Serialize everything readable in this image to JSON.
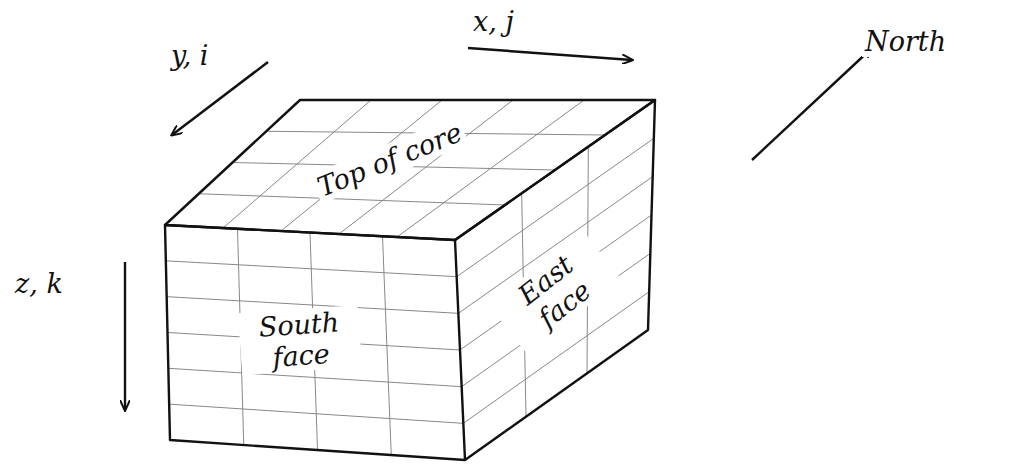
{
  "diagram": {
    "nodes": [
      {
        "text": [
          "Top of core"
        ]
      },
      {
        "text": [
          "South face"
        ]
      },
      {
        "text": [
          "East face"
        ]
      }
    ],
    "labels": [
      "x, j",
      "y, i",
      "z, k",
      "North"
    ]
  }
}
